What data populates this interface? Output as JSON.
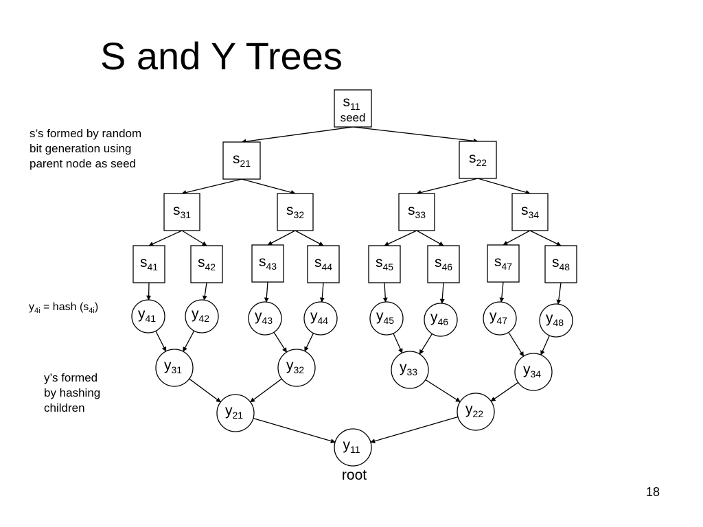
{
  "title": "S and Y Trees",
  "slide_number": "18",
  "notes": {
    "s_lines": [
      "s’s formed by random",
      "bit generation using",
      "parent node as seed"
    ],
    "y_lines": [
      "y’s formed",
      "by hashing",
      "children"
    ],
    "hash_formula": {
      "var": "y",
      "var_sub": "4i",
      "eq": " = hash (",
      "arg": "s",
      "arg_sub": "4i",
      "close": ")"
    }
  },
  "root_label": "root",
  "s_nodes": [
    {
      "id": "s11",
      "base": "s",
      "sub": "11",
      "caption": "seed"
    },
    {
      "id": "s21",
      "base": "s",
      "sub": "21"
    },
    {
      "id": "s22",
      "base": "s",
      "sub": "22"
    },
    {
      "id": "s31",
      "base": "s",
      "sub": "31"
    },
    {
      "id": "s32",
      "base": "s",
      "sub": "32"
    },
    {
      "id": "s33",
      "base": "s",
      "sub": "33"
    },
    {
      "id": "s34",
      "base": "s",
      "sub": "34"
    },
    {
      "id": "s41",
      "base": "s",
      "sub": "41"
    },
    {
      "id": "s42",
      "base": "s",
      "sub": "42"
    },
    {
      "id": "s43",
      "base": "s",
      "sub": "43"
    },
    {
      "id": "s44",
      "base": "s",
      "sub": "44"
    },
    {
      "id": "s45",
      "base": "s",
      "sub": "45"
    },
    {
      "id": "s46",
      "base": "s",
      "sub": "46"
    },
    {
      "id": "s47",
      "base": "s",
      "sub": "47"
    },
    {
      "id": "s48",
      "base": "s",
      "sub": "48"
    }
  ],
  "y_nodes": [
    {
      "id": "y41",
      "base": "y",
      "sub": "41"
    },
    {
      "id": "y42",
      "base": "y",
      "sub": "42"
    },
    {
      "id": "y43",
      "base": "y",
      "sub": "43"
    },
    {
      "id": "y44",
      "base": "y",
      "sub": "44"
    },
    {
      "id": "y45",
      "base": "y",
      "sub": "45"
    },
    {
      "id": "y46",
      "base": "y",
      "sub": "46"
    },
    {
      "id": "y47",
      "base": "y",
      "sub": "47"
    },
    {
      "id": "y48",
      "base": "y",
      "sub": "48"
    },
    {
      "id": "y31",
      "base": "y",
      "sub": "31"
    },
    {
      "id": "y32",
      "base": "y",
      "sub": "32"
    },
    {
      "id": "y33",
      "base": "y",
      "sub": "33"
    },
    {
      "id": "y34",
      "base": "y",
      "sub": "34"
    },
    {
      "id": "y21",
      "base": "y",
      "sub": "21"
    },
    {
      "id": "y22",
      "base": "y",
      "sub": "22"
    },
    {
      "id": "y11",
      "base": "y",
      "sub": "11"
    }
  ],
  "edges": [
    [
      "s11",
      "s21"
    ],
    [
      "s11",
      "s22"
    ],
    [
      "s21",
      "s31"
    ],
    [
      "s21",
      "s32"
    ],
    [
      "s22",
      "s33"
    ],
    [
      "s22",
      "s34"
    ],
    [
      "s31",
      "s41"
    ],
    [
      "s31",
      "s42"
    ],
    [
      "s32",
      "s43"
    ],
    [
      "s32",
      "s44"
    ],
    [
      "s33",
      "s45"
    ],
    [
      "s33",
      "s46"
    ],
    [
      "s34",
      "s47"
    ],
    [
      "s34",
      "s48"
    ],
    [
      "s41",
      "y41"
    ],
    [
      "s42",
      "y42"
    ],
    [
      "s43",
      "y43"
    ],
    [
      "s44",
      "y44"
    ],
    [
      "s45",
      "y45"
    ],
    [
      "s46",
      "y46"
    ],
    [
      "s47",
      "y47"
    ],
    [
      "s48",
      "y48"
    ],
    [
      "y41",
      "y31"
    ],
    [
      "y42",
      "y31"
    ],
    [
      "y43",
      "y32"
    ],
    [
      "y44",
      "y32"
    ],
    [
      "y45",
      "y33"
    ],
    [
      "y46",
      "y33"
    ],
    [
      "y47",
      "y34"
    ],
    [
      "y48",
      "y34"
    ],
    [
      "y31",
      "y21"
    ],
    [
      "y32",
      "y21"
    ],
    [
      "y33",
      "y22"
    ],
    [
      "y34",
      "y22"
    ],
    [
      "y21",
      "y11"
    ],
    [
      "y22",
      "y11"
    ]
  ]
}
